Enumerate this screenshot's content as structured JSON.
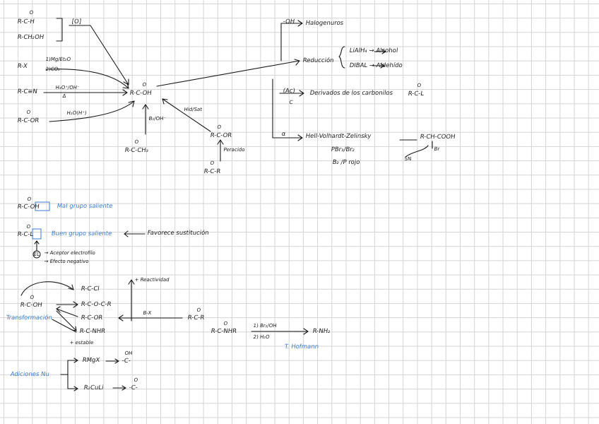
{
  "page": {
    "grid": "square-ruled",
    "ink_color": "#1a1a1a",
    "accent_color": "#3a7dd8"
  },
  "top": {
    "aldehyde": "R-C-H",
    "alcohol": "R-CH₂OH",
    "oxidant": "[O]",
    "halide": "R-X",
    "halide_reagent_1": "1)Mg/Et₂O",
    "halide_reagent_2": "2)CO₂",
    "nitrile": "R-C≡N",
    "nitrile_reagent": "H₃O⁺/OH⁻",
    "nitrile_condition": "Δ",
    "ester": "R-C-OR",
    "ester_reagent": "H₂O(H⁺)",
    "acid": "R-C-OH",
    "methylketone": "R-C-CH₃",
    "haloform_reagent": "B₂/OH⁻",
    "ester2": "R-C-OR",
    "hydrolysis_label": "Hid/Sat",
    "ketone": "R-C-R",
    "baeyer_label": "Peracido",
    "carbonyl_o": "O"
  },
  "reactions": {
    "oh_label": "-OH",
    "oh_product": "Halogenuros",
    "reduction": "Reducción",
    "lialh4": "LiAlH₄ → Alcohol",
    "dibal": "DIBAL → Aldehído",
    "ac_label": "(Ac)",
    "ac_sub": "C",
    "derivatives": "Derivados de los carbonilos",
    "acyl": "R-C-L",
    "alpha_label": "α",
    "hvz": "Hell-Volhardt-Zelinsky",
    "pbr3": "PBr₃/Br₂",
    "p_red": "B₂ /P rojo",
    "hvz_product": "R-CH-COOH",
    "br": "Br",
    "sn": "SN"
  },
  "leaving": {
    "bad_formula": "R-C-OH",
    "bad_text": "Mal grupo saliente",
    "good_formula": "R-C-L",
    "good_text": "Buen grupo saliente",
    "favors": "Favorece sustitución",
    "el_label": "EL",
    "acceptor": "→ Aceptor electrofílo",
    "neg_effect": "→ Efecto negativo"
  },
  "reactivity": {
    "acyl_chloride": "R-C-Cl",
    "anhydride": "R-C-O-C-R",
    "ester": "R-C-OR",
    "amide": "R-C-NHR",
    "acid": "R-C-OH",
    "more": "+ Reactividad",
    "stable": "+ estable",
    "transform": "Transformación",
    "bx_label": "B-X",
    "ketone": "R-C-R",
    "amide2": "R-C-NHR",
    "hof_1": "1) Br₂/OH",
    "hof_2": "2) H₂O",
    "amine": "R-NH₂",
    "hofmann": "T. Hofmann"
  },
  "additions": {
    "label": "Adiciones Nu",
    "grignard": "RMgX",
    "grignard_product": "-C-",
    "grignard_oh": "OH",
    "cuprate": "R₂CuLi",
    "cuprate_product": "-C-"
  }
}
